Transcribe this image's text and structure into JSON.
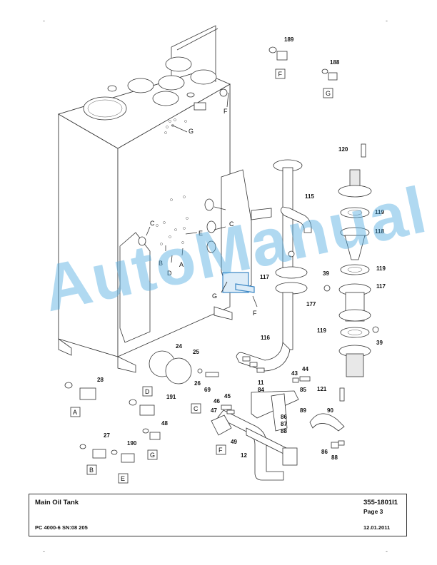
{
  "watermark": "AutoManual",
  "footer": {
    "title": "Main Oil Tank",
    "doc_number": "355-1801I1",
    "page": "Page 3",
    "machine": "PC 4000-6 SN:08 205",
    "date": "12.01.2011"
  },
  "marks": {
    "tl": "-",
    "tr": "-",
    "bl": "-",
    "br": "-"
  },
  "callouts": {
    "c189": "189",
    "c188": "188",
    "c120": "120",
    "c115": "115",
    "c119a": "119",
    "c118": "118",
    "c119b": "119",
    "c117a": "117",
    "c117b": "117",
    "c39a": "39",
    "c39b": "39",
    "c177": "177",
    "c119c": "119",
    "c116": "116",
    "c24": "24",
    "c25": "25",
    "c26": "26",
    "c69": "69",
    "c28": "28",
    "c43": "43",
    "c44": "44",
    "c11": "11",
    "c84": "84",
    "c85": "85",
    "c121": "121",
    "c191": "191",
    "c45": "45",
    "c46": "46",
    "c47": "47",
    "c86a": "86",
    "c87": "87",
    "c88a": "88",
    "c89": "89",
    "c90": "90",
    "c27": "27",
    "c48": "48",
    "c190": "190",
    "c49": "49",
    "c12": "12",
    "c86b": "86",
    "c88b": "88"
  },
  "view_letters": {
    "G1": "G",
    "F1": "F",
    "C1": "C",
    "C2": "C",
    "E1": "E",
    "B1": "B",
    "D1": "D",
    "A1": "A",
    "G2": "G",
    "F2": "F"
  },
  "detail_boxes": {
    "F": "F",
    "G": "G",
    "A": "A",
    "D": "D",
    "C": "C",
    "B": "B",
    "E": "E",
    "G3": "G",
    "F3": "F"
  }
}
